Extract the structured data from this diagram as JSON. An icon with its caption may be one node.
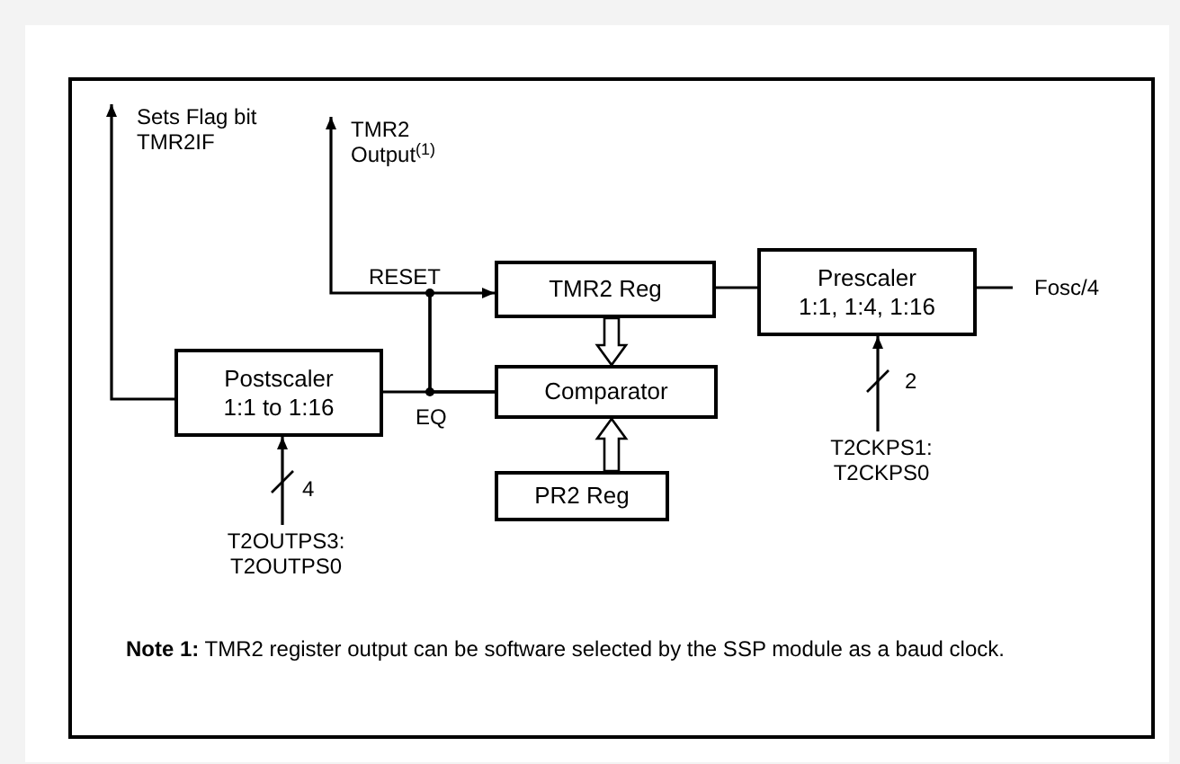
{
  "diagram": {
    "nodes": [
      {
        "text": [
          "TMR2 Reg"
        ]
      },
      {
        "text": [
          "Prescaler",
          "1:1, 1:4, 1:16"
        ]
      },
      {
        "text": [
          "Fosc/4"
        ]
      },
      {
        "text": [
          "Postscaler",
          "1:1 to 1:16"
        ]
      },
      {
        "text": [
          "Comparator"
        ]
      },
      {
        "text": [
          "PR2 Reg"
        ]
      },
      {
        "text": [
          "T2CKPS1: T2CKPS0"
        ]
      },
      {
        "text": [
          "T2OUTPS3: T2OUTPS0"
        ]
      },
      {
        "text": [
          "Sets Flag bit TMR2IF"
        ]
      },
      {
        "text": [
          "TMR2 Output$^{(1)}$"
        ]
      }
    ],
    "edges": [
      {
        "from": 3,
        "to": 8,
        "arrow": "to"
      },
      {
        "from": 4,
        "to": 9,
        "arrow": "to"
      },
      {
        "from": 4,
        "to": 0,
        "arrow": "to"
      },
      {
        "from": 4,
        "to": 3,
        "arrow": "none"
      },
      {
        "from": 0,
        "to": 4,
        "arrow": "to",
        "style": "thick"
      },
      {
        "from": 5,
        "to": 4,
        "arrow": "to",
        "style": "thick"
      },
      {
        "from": 1,
        "to": 0,
        "arrow": "none"
      },
      {
        "from": 2,
        "to": 1,
        "arrow": "none"
      },
      {
        "from": 6,
        "to": 1,
        "arrow": "to"
      },
      {
        "from": 7,
        "to": 3,
        "arrow": "to"
      }
    ],
    "labels": [
      "RESET",
      "EQ",
      "2",
      "4",
      "**Note 1:** TMR2 register output can be software selected by the SSP module as a baud clock."
    ]
  }
}
